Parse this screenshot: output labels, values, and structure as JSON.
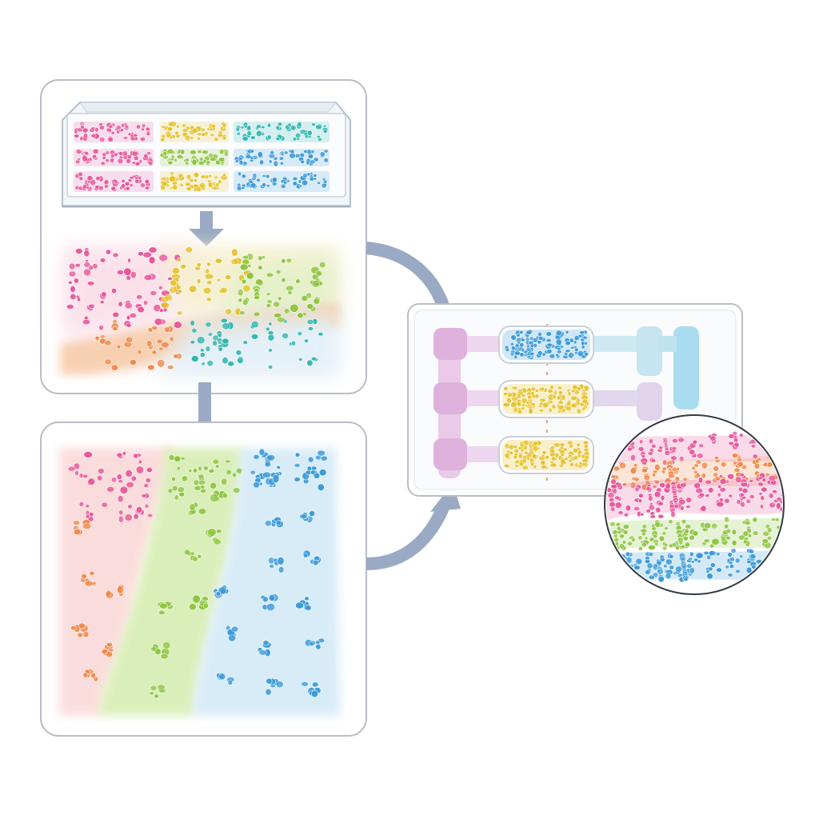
{
  "colors": {
    "pink": "#e8579a",
    "orange": "#f08a4b",
    "yellow": "#e6c12a",
    "green": "#8dc63f",
    "teal": "#2fb6b0",
    "blue": "#3a9ad9",
    "lilac": "#d9a8d8",
    "lightblue": "#9fd4ea",
    "panel_border": "#b9bec6",
    "arrow": "#9aaac4"
  },
  "tray": {
    "label": "",
    "wells": [
      [
        "pink",
        "yellow",
        "teal"
      ],
      [
        "pink",
        "green",
        "blue"
      ],
      [
        "pink",
        "yellow",
        "blue"
      ]
    ]
  },
  "chip": {
    "channels": [
      "blue",
      "yellow",
      "yellow"
    ]
  },
  "zoom": {
    "layers": [
      "pink",
      "orange",
      "pink",
      "green",
      "blue"
    ]
  },
  "panels": [
    "well-plate-culture",
    "mixed-cell-spread",
    "stripe-patterned-layers",
    "microfluidic-chip",
    "tissue-zoom-view"
  ]
}
